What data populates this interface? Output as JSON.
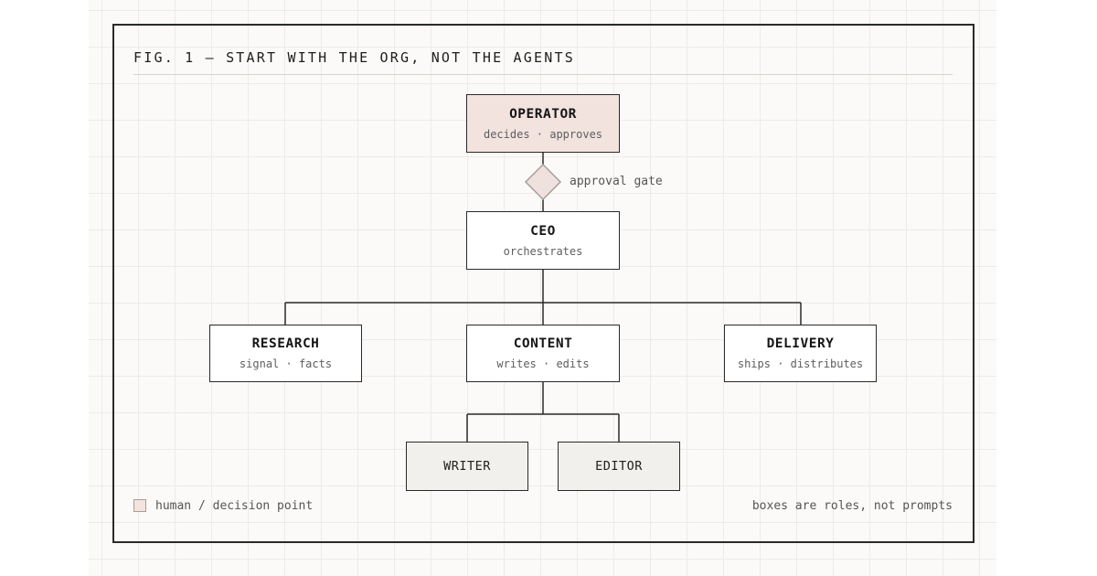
{
  "figure": {
    "title": "FIG. 1 — START WITH THE ORG, NOT THE AGENTS"
  },
  "nodes": {
    "operator": {
      "title": "OPERATOR",
      "subtitle": "decides · approves"
    },
    "ceo": {
      "title": "CEO",
      "subtitle": "orchestrates"
    },
    "research": {
      "title": "RESEARCH",
      "subtitle": "signal · facts"
    },
    "content": {
      "title": "CONTENT",
      "subtitle": "writes · edits"
    },
    "delivery": {
      "title": "DELIVERY",
      "subtitle": "ships · distributes"
    },
    "writer": {
      "title": "WRITER"
    },
    "editor": {
      "title": "EDITOR"
    }
  },
  "gate": {
    "label": "approval gate"
  },
  "legend": {
    "human_label": "human / decision point"
  },
  "footnote": "boxes are roles, not prompts",
  "colors": {
    "human_fill": "#f2e3df",
    "leaf_fill": "#f1f0ed",
    "stroke": "#2a2a2a"
  }
}
